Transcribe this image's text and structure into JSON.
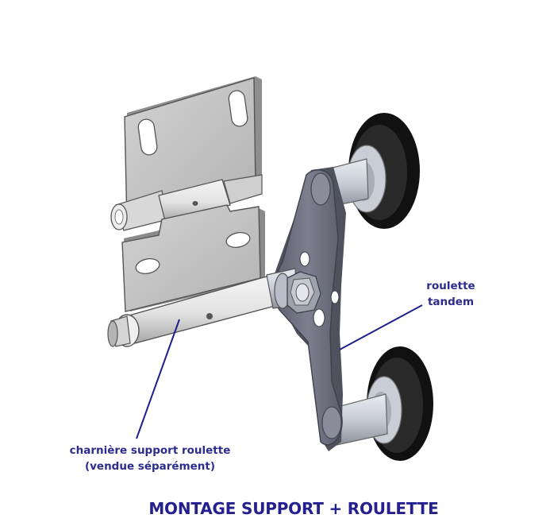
{
  "colors": {
    "label": "#2c2c8e",
    "title": "#24208f",
    "leader_line": "#1f1f8c",
    "steel": "#c4c4c4",
    "steel_dark": "#8f8f8f",
    "plate_dark": "#6a6b78",
    "tire": "#111111",
    "hub": "#c9cdd6"
  },
  "labels": {
    "roulette_tandem": [
      "roulette",
      "tandem"
    ],
    "charniere": [
      "charnière support roulette",
      "(vendue séparément)"
    ]
  },
  "title": "MONTAGE SUPPORT + ROULETTE",
  "icons": [
    "hinge-icon",
    "tandem-wheel-icon",
    "nut-icon",
    "axle-icon"
  ]
}
